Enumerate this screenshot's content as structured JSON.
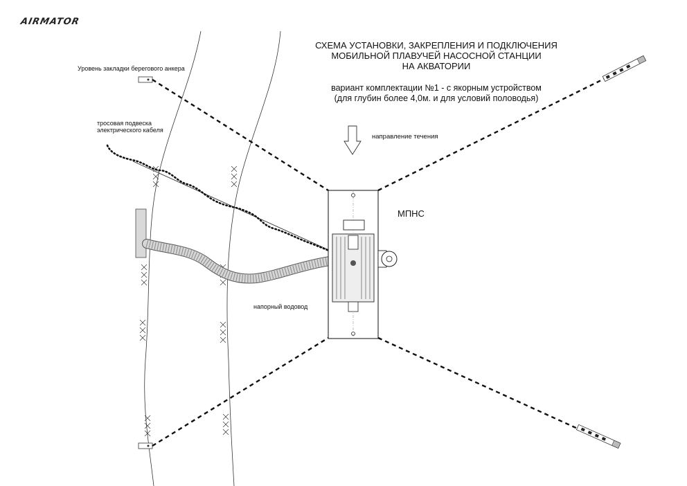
{
  "logo": {
    "text": "AIRMATOR"
  },
  "title": {
    "line1": "СХЕМА УСТАНОВКИ,  ЗАКРЕПЛЕНИЯ И ПОДКЛЮЧЕНИЯ",
    "line2": "МОБИЛЬНОЙ ПЛАВУЧЕЙ НАСОСНОЙ СТАНЦИИ",
    "line3": "НА АКВАТОРИИ"
  },
  "subtitle": {
    "line1": "вариант комплектации №1 - с якорным устройством",
    "line2": "(для глубин более 4,0м. и для условий половодья)"
  },
  "labels": {
    "anchor_level": "Уровень закладки берегового анкера",
    "cable_line1": "тросовая подвеска",
    "cable_line2": "электрического кабеля",
    "flow_direction": "направление течения",
    "station": "МПНС",
    "pipeline": "напорный водовод"
  },
  "colors": {
    "ink": "#111111",
    "shore": "#d9d9d9",
    "pipe": "#cfcfcf"
  }
}
